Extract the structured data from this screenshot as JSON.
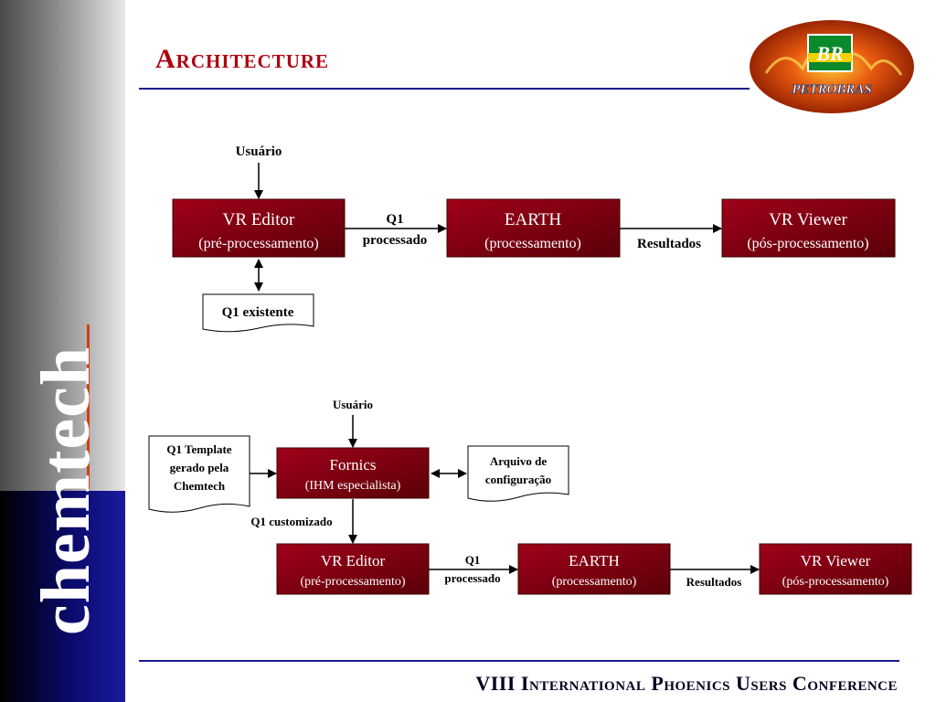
{
  "slide": {
    "title": "Architecture",
    "footer": "VIII International Phoenics Users Conference",
    "brand": "chemtech",
    "logo_text": "PETROBRAS",
    "logo_badge": "BR"
  },
  "colors": {
    "box_fill": "#8b0015",
    "title": "#b00010",
    "rule": "#1a1a8a",
    "sidebar_bottom": "#0a0a6a"
  },
  "diagram1": {
    "user_label": "Usuário",
    "editor": {
      "title": "VR Editor",
      "subtitle": "(pré-processamento)"
    },
    "earth": {
      "title": "EARTH",
      "subtitle": "(processamento)"
    },
    "viewer": {
      "title": "VR Viewer",
      "subtitle": "(pós-processamento)"
    },
    "edge_q1_line1": "Q1",
    "edge_q1_line2": "processado",
    "edge_results": "Resultados",
    "doc_existing": "Q1 existente"
  },
  "diagram2": {
    "user_label": "Usuário",
    "template_doc": [
      "Q1 Template",
      "gerado pela",
      "Chemtech"
    ],
    "fornics": {
      "title": "Fornics",
      "subtitle": "(IHM especialista)"
    },
    "config_doc": [
      "Arquivo de",
      "configuração"
    ],
    "edge_customized": "Q1 customizado",
    "editor": {
      "title": "VR Editor",
      "subtitle": "(pré-processamento)"
    },
    "earth": {
      "title": "EARTH",
      "subtitle": "(processamento)"
    },
    "viewer": {
      "title": "VR Viewer",
      "subtitle": "(pós-processamento)"
    },
    "edge_q1_line1": "Q1",
    "edge_q1_line2": "processado",
    "edge_results": "Resultados"
  }
}
